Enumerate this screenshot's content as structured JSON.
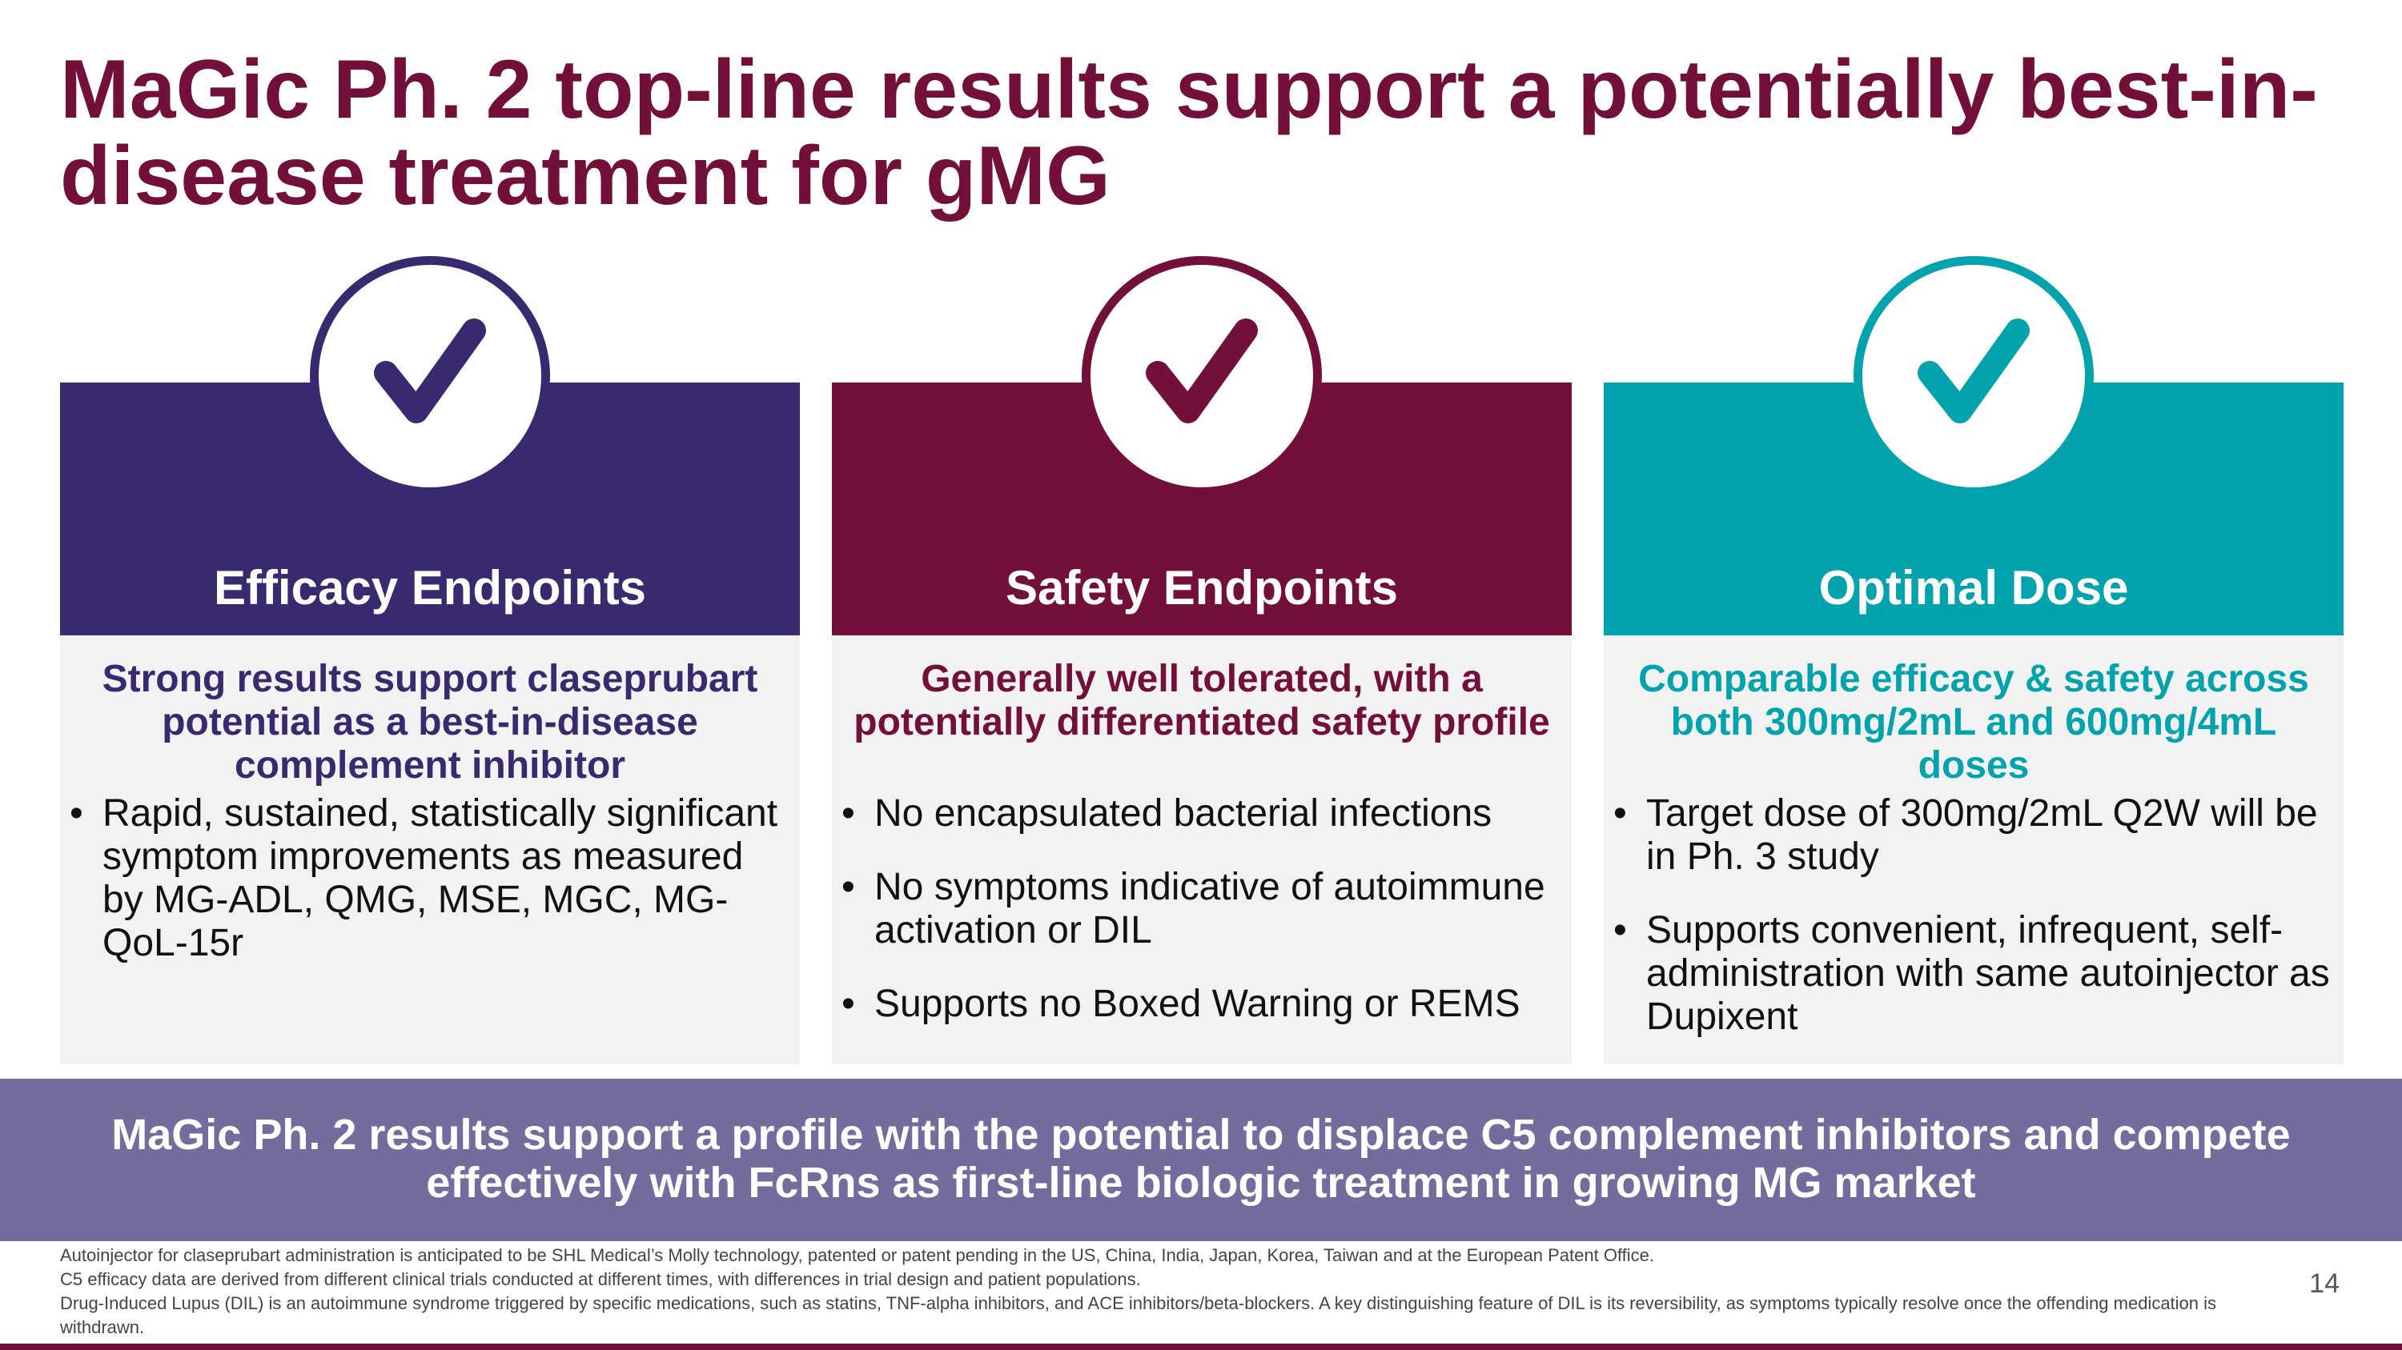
{
  "slide": {
    "title": "MaGic Ph. 2 top-line results support a potentially best-in-disease treatment for gMG",
    "page_number": "14"
  },
  "colors": {
    "title": "#731039",
    "efficacy": "#392a70",
    "safety": "#731039",
    "dose": "#02a3ad",
    "banner": "#756b9d",
    "card_body": "#f2f2f2",
    "bottom_rule": "#731039"
  },
  "cards": [
    {
      "icon": "check-icon",
      "heading": "Efficacy Endpoints",
      "lead": "Strong results support claseprubart potential as a best-in-disease complement inhibitor",
      "bullets": [
        "Rapid, sustained, statistically significant symptom improvements as measured by MG-ADL, QMG, MSE, MGC, MG-QoL-15r"
      ]
    },
    {
      "icon": "check-icon",
      "heading": "Safety Endpoints",
      "lead": "Generally well tolerated, with a potentially differentiated safety profile",
      "bullets": [
        "No encapsulated bacterial infections",
        "No symptoms indicative of autoimmune activation or DIL",
        "Supports no Boxed Warning or REMS"
      ]
    },
    {
      "icon": "check-icon",
      "heading": "Optimal Dose",
      "lead": "Comparable efficacy & safety across both 300mg/2mL and 600mg/4mL doses",
      "bullets": [
        "Target dose of 300mg/2mL Q2W will be in Ph. 3 study",
        "Supports convenient, infrequent, self-administration with same autoinjector as Dupixent"
      ]
    }
  ],
  "banner": {
    "text": "MaGic Ph. 2 results support a profile with the potential to displace C5 complement inhibitors and compete effectively with FcRns as first-line biologic treatment in growing MG market"
  },
  "footnotes": [
    "Autoinjector for claseprubart administration is anticipated to be SHL Medical’s Molly technology, patented or patent pending in the US, China, India, Japan, Korea, Taiwan and at the European Patent Office.",
    "C5 efficacy data are derived from different clinical trials conducted at different times, with differences in trial design and patient populations.",
    "Drug-Induced Lupus (DIL) is an autoimmune syndrome triggered by specific medications, such as statins, TNF-alpha inhibitors, and ACE inhibitors/beta-blockers. A key distinguishing feature of DIL is its reversibility, as symptoms typically resolve once the offending medication is withdrawn."
  ]
}
